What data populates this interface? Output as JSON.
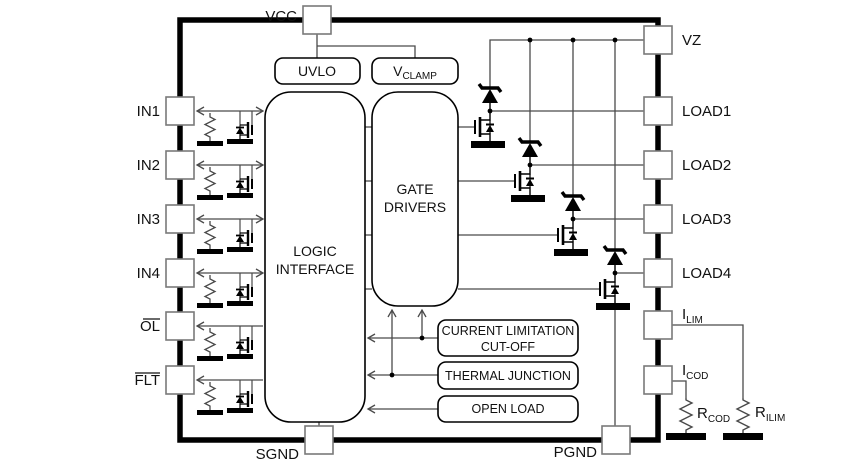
{
  "pins": {
    "vcc": "VCC",
    "vz": "VZ",
    "in1": "IN1",
    "in2": "IN2",
    "in3": "IN3",
    "in4": "IN4",
    "ol": "OL",
    "flt": "FLT",
    "load1": "LOAD1",
    "load2": "LOAD2",
    "load3": "LOAD3",
    "load4": "LOAD4",
    "ilim": {
      "base": "I",
      "sub": "LIM"
    },
    "icod": {
      "base": "I",
      "sub": "COD"
    },
    "sgnd": "SGND",
    "pgnd": "PGND"
  },
  "blocks": {
    "uvlo": "UVLO",
    "vclamp": {
      "base": "V",
      "sub": "CLAMP"
    },
    "logic_interface": {
      "line1": "LOGIC",
      "line2": "INTERFACE"
    },
    "gate_drivers": {
      "line1": "GATE",
      "line2": "DRIVERS"
    },
    "current_limitation": {
      "line1": "CURRENT LIMITATION",
      "line2": "CUT-OFF"
    },
    "thermal_junction": "THERMAL JUNCTION",
    "open_load": "OPEN LOAD"
  },
  "external_components": {
    "rcod": {
      "base": "R",
      "sub": "COD"
    },
    "rilim": {
      "base": "R",
      "sub": "ILIM"
    }
  },
  "colors": {
    "ink": "#000000",
    "wire": "#4a4a4a",
    "text": "#111111",
    "background": "#ffffff"
  }
}
